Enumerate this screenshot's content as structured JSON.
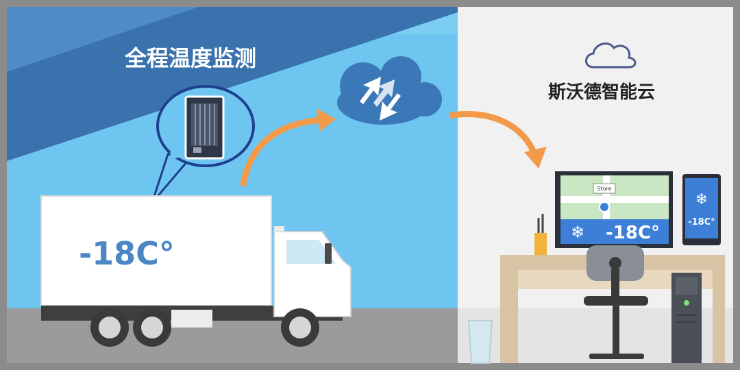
{
  "banner": {
    "title": "全程温度监测"
  },
  "cloud_label": {
    "text": "斯沃德智能云"
  },
  "truck": {
    "temperature": "-18C°"
  },
  "monitor": {
    "temperature": "-18C°",
    "map_tag": "Store"
  },
  "phone": {
    "temperature": "-18C°"
  },
  "colors": {
    "sky": "#6ec6f0",
    "banner": "#3a72ad",
    "office_wall": "#f2f2f2",
    "arrow": "#f39a4a",
    "screen_blue": "#3d7ed6",
    "temp_text": "#4b86c5"
  },
  "icons": [
    "cloud-sync-icon",
    "cloud-outline-icon",
    "snowflake-icon",
    "gps-tracker-device-icon"
  ]
}
